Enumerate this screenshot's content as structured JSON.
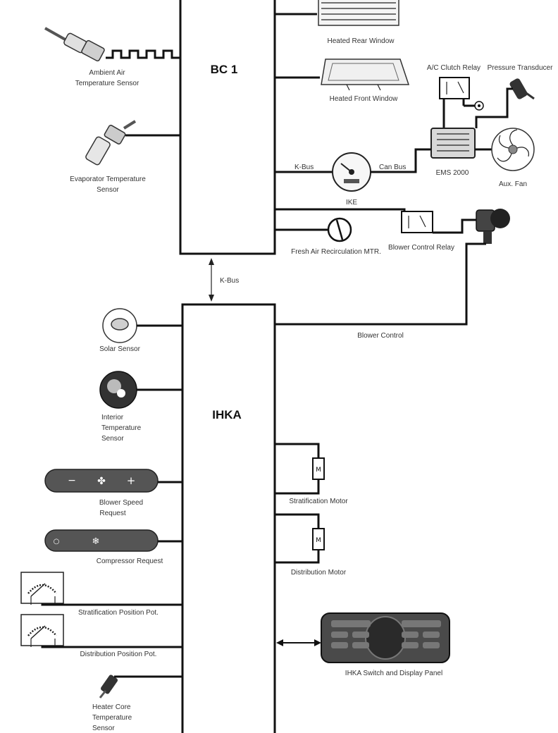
{
  "modules": {
    "bc1": "BC 1",
    "ihka": "IHKA"
  },
  "components": {
    "heated_rear_window": "Heated Rear Window",
    "heated_front_window": "Heated Front Window",
    "ac_clutch_relay": "A/C Clutch Relay",
    "pressure_transducer": "Pressure Transducer",
    "ambient_air_sensor": [
      "Ambient Air",
      "Temperature Sensor"
    ],
    "evaporator_sensor": [
      "Evaporator  Temperature",
      "Sensor"
    ],
    "ike": "IKE",
    "ems": "EMS 2000",
    "aux_fan": "Aux. Fan",
    "fresh_air_motor": "Fresh Air Recirculation MTR.",
    "blower_relay": "Blower Control Relay",
    "solar_sensor": "Solar Sensor",
    "interior_sensor": [
      "Interior",
      "Temperature",
      "Sensor"
    ],
    "blower_speed_request": [
      "Blower Speed",
      "Request"
    ],
    "compressor_request": "Compressor Request",
    "stratification_motor": "Stratification Motor",
    "distribution_motor": "Distribution Motor",
    "stratification_pot": "Stratification Position Pot.",
    "distribution_pot": "Distribution Position  Pot.",
    "switch_panel": "IHKA Switch and Display Panel",
    "heater_core_sensor": [
      "Heater Core",
      "Temperature",
      "Sensor"
    ]
  },
  "buses": {
    "kbus_ike": "K-Bus",
    "canbus": "Can Bus",
    "kbus_link": "K-Bus",
    "blower_control": "Blower Control"
  },
  "panel_symbols": {
    "blower_minus": "−",
    "blower_plus": "+",
    "fan_symbol": "✤",
    "compressor_symbol": "❄",
    "compressor_dot": "○",
    "motor_symbol": "M"
  },
  "colors": {
    "wire": "#111111",
    "module_fill": "#ffffff",
    "panel_fill": "#555555"
  }
}
